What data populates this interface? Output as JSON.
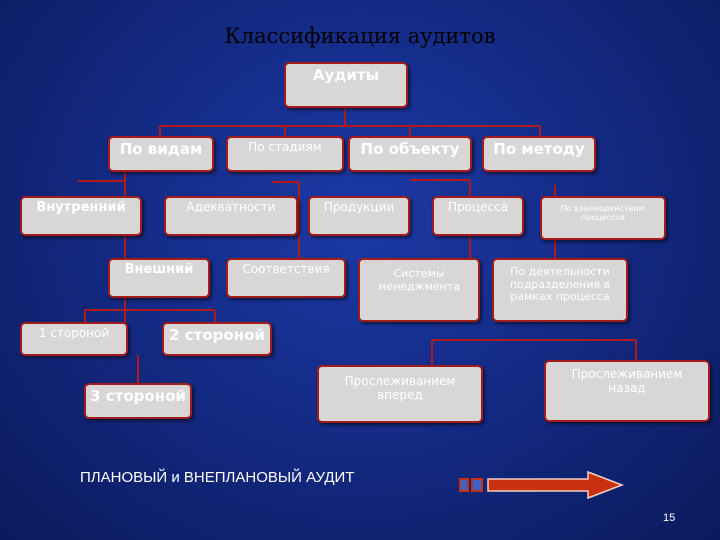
{
  "title": "Классификация аудитов",
  "nodes": {
    "root": "Аудиты",
    "by_type": "По видам",
    "by_stage": "По стадиям",
    "by_object": "По объекту",
    "by_method": "По методу",
    "internal": "Внутренний",
    "adequacy": "Адекватности",
    "product": "Продукции",
    "process": "Процесса",
    "process_interaction": "По взаимодействию процессов",
    "external": "Внешний",
    "compliance": "Соответствия",
    "management_systems": "Системы менеджмента",
    "dept_activity": "По деятельности подразделения в рамках процесса",
    "first_party": "1 стороной",
    "second_party": "2 стороной",
    "third_party": "3 стороной",
    "trace_forward": "Прослеживанием вперед",
    "trace_backward": "Прослеживанием назад"
  },
  "footer_text": "ПЛАНОВЫЙ и ВНЕПЛАНОВЫЙ АУДИТ",
  "page_number": "15",
  "colors": {
    "background": "#142b86",
    "box_fill": "#d9d6d6",
    "box_border": "#a31c1c",
    "line": "#b01a1a",
    "arrow_fill": "#c83010"
  }
}
